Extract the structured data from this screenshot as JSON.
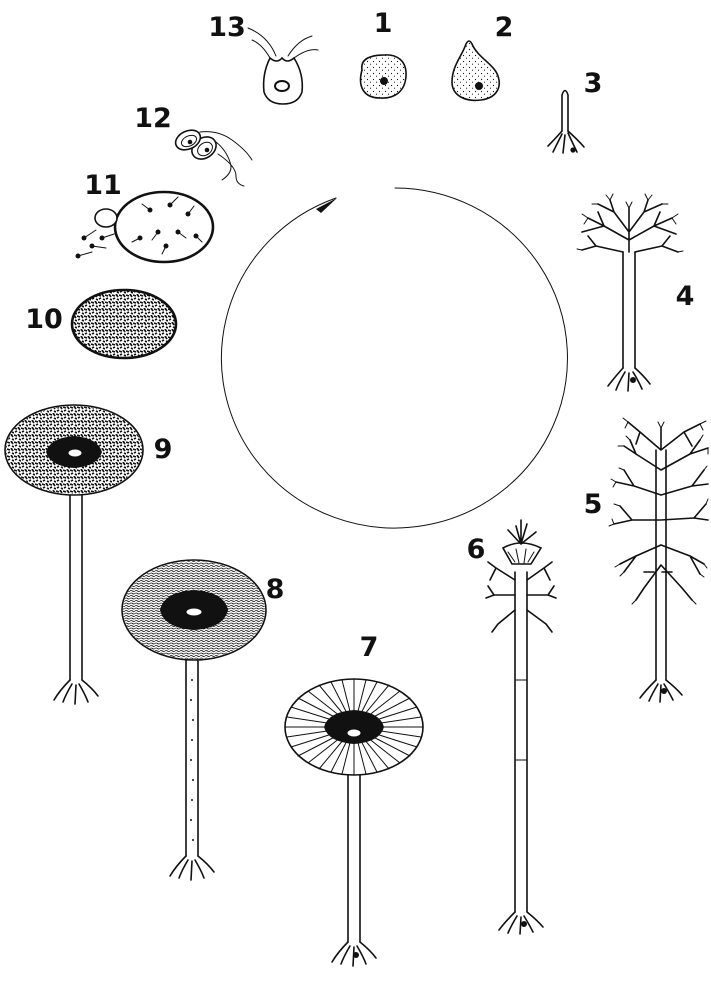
{
  "figure": {
    "background": "#ffffff",
    "ink": "#111111",
    "stages": [
      {
        "label": "1"
      },
      {
        "label": "2"
      },
      {
        "label": "3"
      },
      {
        "label": "4"
      },
      {
        "label": "5"
      },
      {
        "label": "6"
      },
      {
        "label": "7"
      },
      {
        "label": "8"
      },
      {
        "label": "9"
      },
      {
        "label": "10"
      },
      {
        "label": "11"
      },
      {
        "label": "12"
      },
      {
        "label": "13"
      }
    ],
    "cycle": {
      "direction": "clockwise",
      "arrowhead": "top"
    }
  }
}
